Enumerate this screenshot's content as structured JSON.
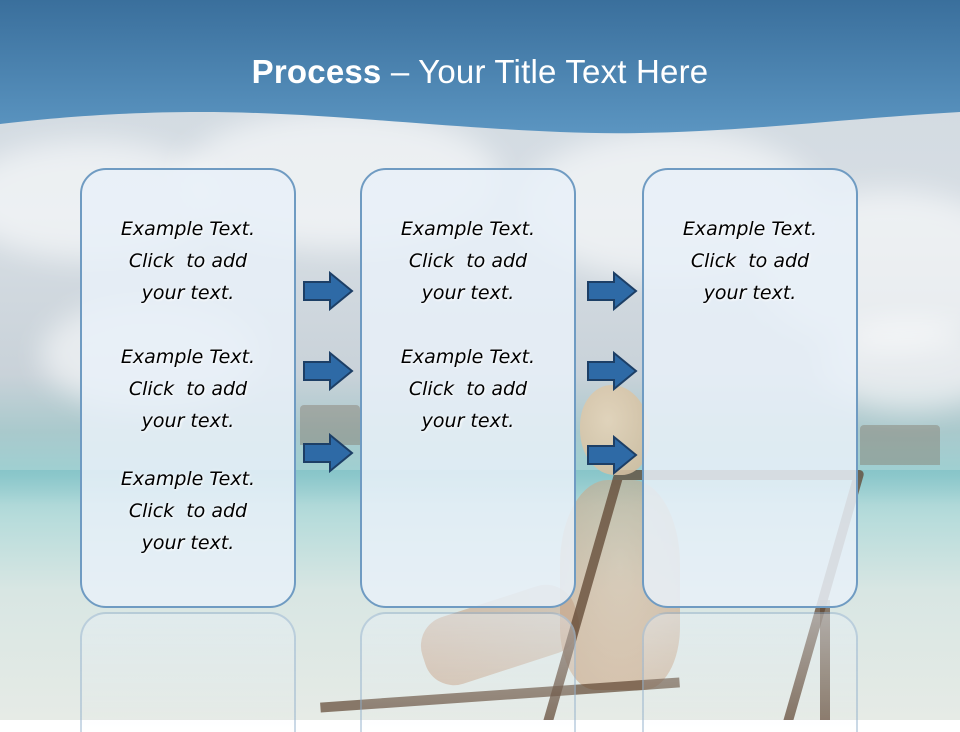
{
  "slide": {
    "title_strong": "Process",
    "title_rest": " – Your Title Text Here"
  },
  "colors": {
    "title_band": "#3b73a1",
    "title_band_light": "#5891bd",
    "box_border": "#6f9bc2",
    "arrow_fill": "#2e6aa6",
    "arrow_stroke": "#1d3f66"
  },
  "columns": [
    {
      "steps": [
        {
          "line1": "Example Text.",
          "line2": "Click  to add",
          "line3": "your text."
        },
        {
          "line1": "Example Text.",
          "line2": "Click  to add",
          "line3": "your text."
        },
        {
          "line1": "Example Text.",
          "line2": "Click  to add",
          "line3": "your text."
        }
      ]
    },
    {
      "steps": [
        {
          "line1": "Example Text.",
          "line2": "Click  to add",
          "line3": "your text."
        },
        {
          "line1": "Example Text.",
          "line2": "Click  to add",
          "line3": "your text."
        }
      ]
    },
    {
      "steps": [
        {
          "line1": "Example Text.",
          "line2": "Click  to add",
          "line3": "your text."
        }
      ]
    }
  ],
  "arrows": {
    "shape": "right-block-arrow",
    "count_between_col1_col2": 3,
    "count_between_col2_col3": 3
  }
}
